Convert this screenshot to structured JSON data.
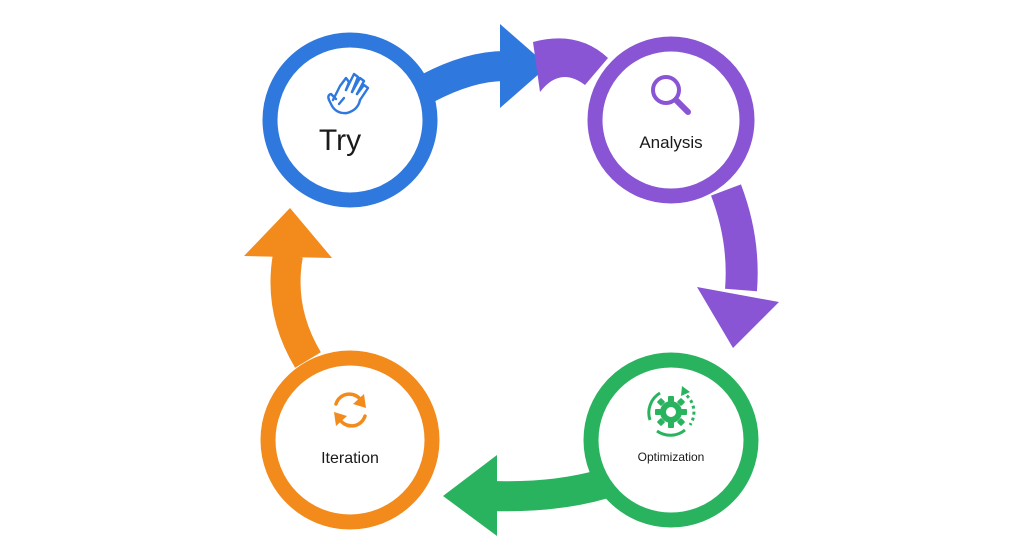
{
  "colors": {
    "try": "#2f78de",
    "analysis": "#8a55d4",
    "optimization": "#2ab35f",
    "iteration": "#f28a1c"
  },
  "nodes": {
    "try": {
      "label": "Try",
      "icon": "hand-icon"
    },
    "analysis": {
      "label": "Analysis",
      "icon": "magnifier-icon"
    },
    "optimization": {
      "label": "Optimization",
      "icon": "gear-cycle-icon"
    },
    "iteration": {
      "label": "Iteration",
      "icon": "refresh-icon"
    }
  }
}
